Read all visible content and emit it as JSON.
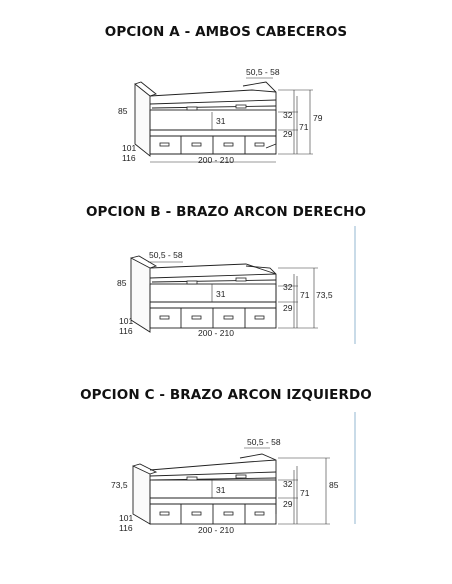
{
  "sections": [
    {
      "title": "OPCION A - AMBOS CABECEROS",
      "labels": {
        "depth": "50,5 - 58",
        "left_height": "85",
        "inner": "31",
        "top_seg": "32",
        "bottom_seg": "29",
        "mid_height": "71",
        "total_height": "79",
        "width_a": "101",
        "width_b": "116",
        "length": "200 - 210"
      }
    },
    {
      "title": "OPCION B - BRAZO ARCON DERECHO",
      "labels": {
        "depth": "50,5 - 58",
        "left_height": "85",
        "inner": "31",
        "top_seg": "32",
        "bottom_seg": "29",
        "mid_height": "71",
        "total_height": "73,5",
        "width_a": "101",
        "width_b": "116",
        "length": "200 - 210"
      }
    },
    {
      "title": "OPCION C - BRAZO ARCON IZQUIERDO",
      "labels": {
        "depth": "50,5 - 58",
        "left_height": "73,5",
        "inner": "31",
        "top_seg": "32",
        "bottom_seg": "29",
        "mid_height": "71",
        "total_height": "85",
        "width_a": "101",
        "width_b": "116",
        "length": "200 - 210"
      }
    }
  ]
}
